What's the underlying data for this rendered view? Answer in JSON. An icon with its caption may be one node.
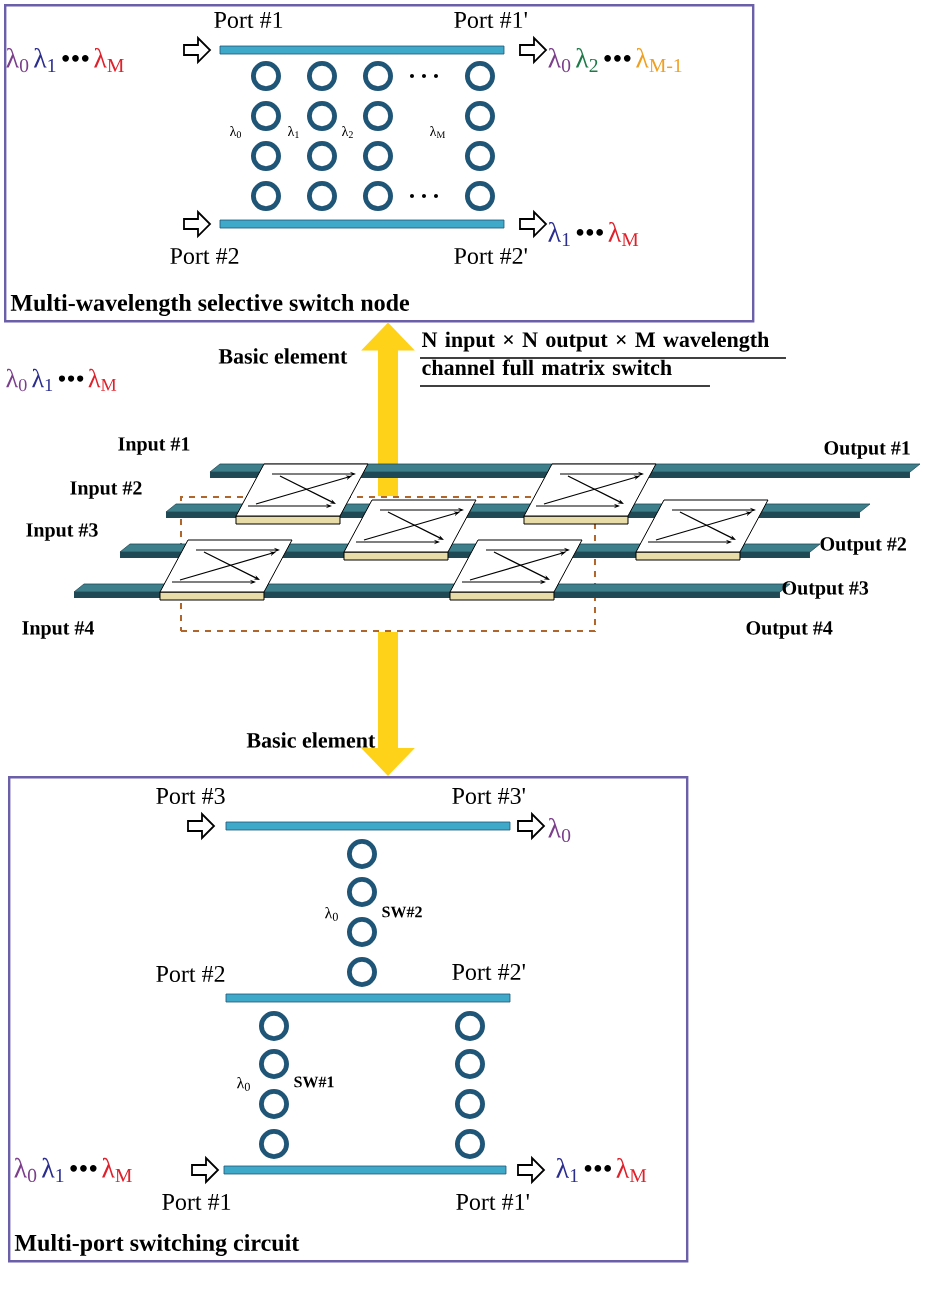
{
  "diagram": {
    "nodes": [
      {
        "text": [
          "Multi-wavelength selective switch node"
        ]
      },
      {
        "text": [
          "Multi-port switching circuit"
        ]
      },
      {
        "text": [],
        "shape": "box"
      }
    ],
    "edges": [
      {
        "from": 2,
        "to": 0,
        "arrow": "to",
        "label": "Basic element"
      },
      {
        "from": 2,
        "to": 1,
        "arrow": "to",
        "label": "Basic element"
      }
    ],
    "labels": [
      "Port #1",
      "Port #1'",
      "λ$_{0}$",
      "λ$_{1}$",
      "•••",
      "λ$_{M}$",
      "λ$_{0}$",
      "λ$_{2}$",
      "•••",
      "λ$_{M-1}$",
      "λ$_{0}$",
      "λ$_{1}$",
      "λ$_{2}$",
      "λ$_{M}$",
      "λ$_{1}$",
      "•••",
      "λ$_{M}$",
      "Port #2",
      "Port #2'",
      "λ$_{0}$",
      "λ$_{1}$",
      "•••",
      "λ$_{M}$",
      "N input × N output × M wavelength channel full matrix switch",
      "Input #1",
      "Input #2",
      "Input #3",
      "Input #4",
      "Output #1",
      "Output #2",
      "Output #3",
      "Output #4",
      "Port #3",
      "Port #3'",
      "λ$_{0}$",
      "λ$_{0}$",
      "SW#2",
      "Port #2",
      "Port #2'",
      "λ$_{0}$",
      "SW#1",
      "λ$_{0}$",
      "λ$_{1}$",
      "•••",
      "λ$_{M}$",
      "λ$_{1}$",
      "•••",
      "λ$_{M}$",
      "Port #1",
      "Port #1'"
    ]
  }
}
